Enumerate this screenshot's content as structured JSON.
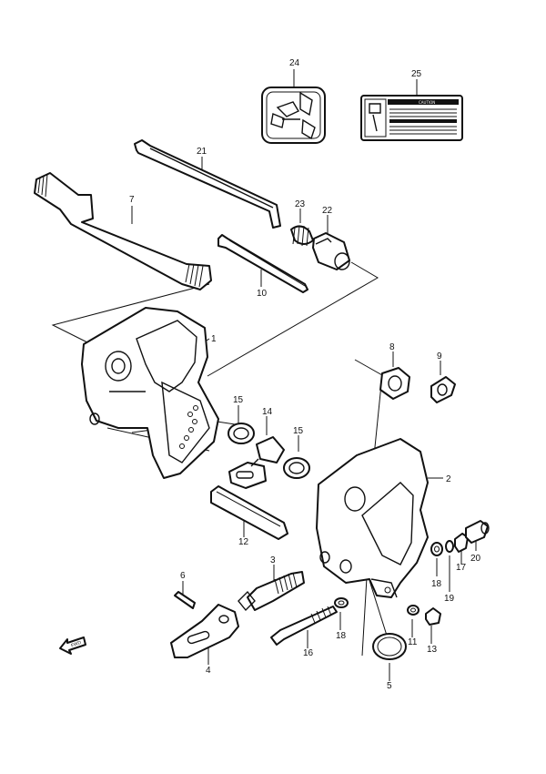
{
  "callouts": {
    "c1": "1",
    "c2": "2",
    "c3": "3",
    "c4": "4",
    "c5": "5",
    "c6": "6",
    "c7": "7",
    "c8": "8",
    "c9": "9",
    "c10": "10",
    "c11": "11",
    "c12": "12",
    "c13": "13",
    "c14": "14",
    "c15a": "15",
    "c15b": "15",
    "c16": "16",
    "c17": "17",
    "c18a": "18",
    "c18b": "18",
    "c19": "19",
    "c20": "20",
    "c21": "21",
    "c22": "22",
    "c23": "23",
    "c24": "24",
    "c25": "25"
  },
  "arrow_label": "FWD",
  "caution_label": "CAUTION",
  "corner_code": "",
  "footer": {
    "line1": "",
    "line2": ""
  }
}
